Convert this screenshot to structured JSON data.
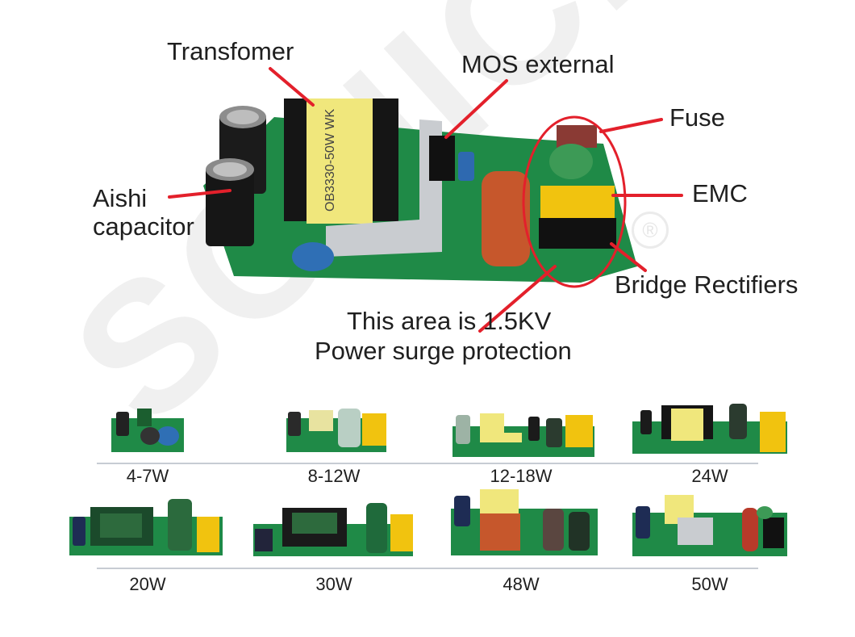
{
  "watermark": "SONICE",
  "registered_mark": "®",
  "callouts": {
    "transformer": "Transfomer",
    "mos": "MOS external",
    "fuse": "Fuse",
    "emc": "EMC",
    "capacitor_line1": "Aishi",
    "capacitor_line2": "capacitor",
    "bridge": "Bridge Rectifiers",
    "protection_line1": "This area is 1.5KV",
    "protection_line2": "Power surge protection"
  },
  "transformer_marking": "OB3330-50W WK",
  "callout_color": "#e3202b",
  "board_color": "#1f8a47",
  "products": [
    {
      "label": "4-7W"
    },
    {
      "label": "8-12W"
    },
    {
      "label": "12-18W"
    },
    {
      "label": "24W"
    },
    {
      "label": "20W"
    },
    {
      "label": "30W"
    },
    {
      "label": "48W"
    },
    {
      "label": "50W"
    }
  ]
}
